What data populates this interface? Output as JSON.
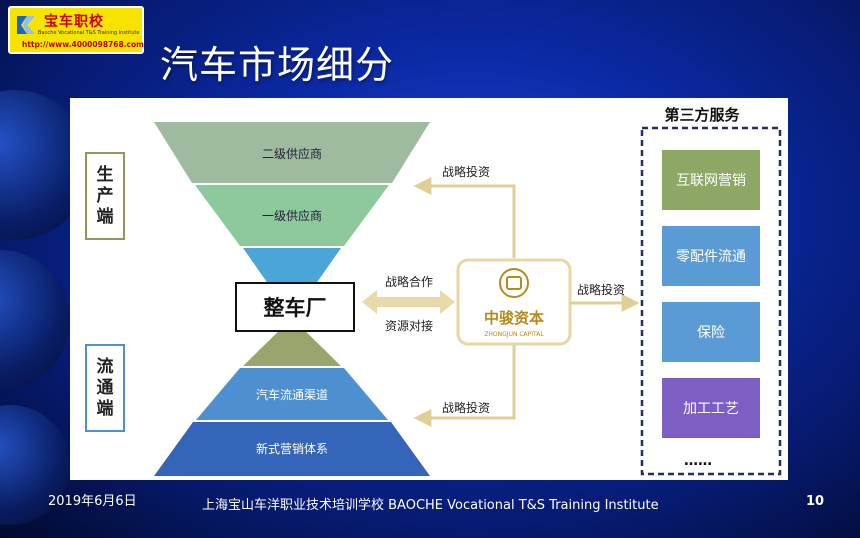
{
  "logo": {
    "name": "宝车职校",
    "english": "Baoche Vocational T&S Training Institute",
    "url": "http://www.4000098768.com"
  },
  "slide_title": "汽车市场细分",
  "diagram": {
    "production_label": [
      "生",
      "产",
      "端"
    ],
    "circulation_label": [
      "流",
      "通",
      "端"
    ],
    "tiers": {
      "tier2_supplier": "二级供应商",
      "tier1_supplier": "一级供应商",
      "oem": "整车厂",
      "distribution_channel": "汽车流通渠道",
      "new_marketing": "新式营销体系"
    },
    "arrows": {
      "invest_top": "战略投资",
      "cooperation": "战略合作",
      "resource": "资源对接",
      "invest_right": "战略投资",
      "invest_bottom": "战略投资"
    },
    "company": {
      "name": "中骏资本",
      "english": "ZHONGJUN CAPITAL"
    },
    "third_party": {
      "title": "第三方服务",
      "items": [
        "互联网营销",
        "零配件流通",
        "保险",
        "加工工艺"
      ],
      "more": "……"
    },
    "colors": {
      "tier2": "#9ebba0",
      "tier1": "#8ec99c",
      "funnel_blue": "#4aa6d8",
      "funnel_olive": "#98a66e",
      "tier_channel": "#4e8fd0",
      "tier_marketing": "#3565b8",
      "service_green": "#8da864",
      "service_blue": "#5b9bd5",
      "service_purple": "#7d5fc4",
      "arrow_tan": "#e8d9a8",
      "company_gold": "#b58a1e",
      "dashed_navy": "#1f2f66"
    }
  },
  "footer": {
    "date": "2019年6月6日",
    "school": "上海宝山车洋职业技术培训学校    BAOCHE Vocational T&S Training Institute",
    "page": "10"
  }
}
